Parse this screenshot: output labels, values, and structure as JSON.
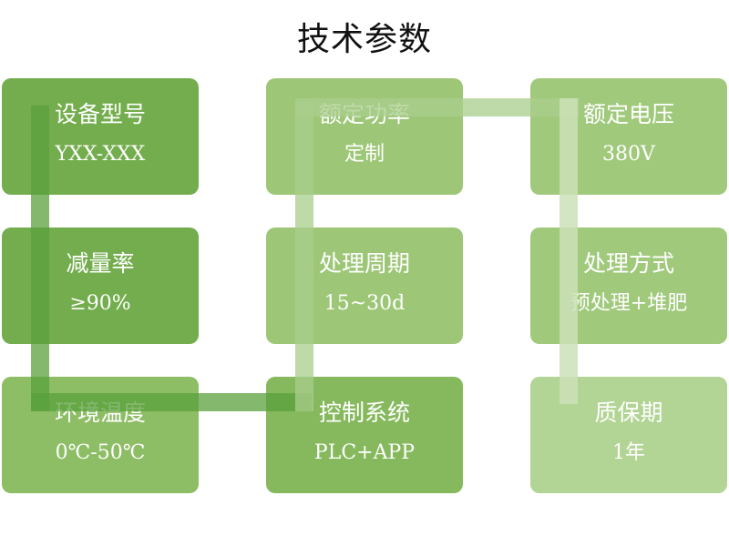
{
  "title": "技术参数",
  "params": [
    {
      "name": "设备型号",
      "value": "YXX-XXX"
    },
    {
      "name": "额定功率",
      "value": "定制"
    },
    {
      "name": "额定电压",
      "value": "380V"
    },
    {
      "name": "减量率",
      "value": "≥90%"
    },
    {
      "name": "处理周期",
      "value": "15~30d"
    },
    {
      "name": "处理方式",
      "value": "预处理+堆肥"
    },
    {
      "name": "环境温度",
      "value": "0℃-50℃"
    },
    {
      "name": "控制系统",
      "value": "PLC+APP"
    },
    {
      "name": "质保期",
      "value": "1年"
    }
  ],
  "colors": {
    "column1": "#73ad4d",
    "column2": "#9dc777",
    "column3": "#b2d494"
  }
}
